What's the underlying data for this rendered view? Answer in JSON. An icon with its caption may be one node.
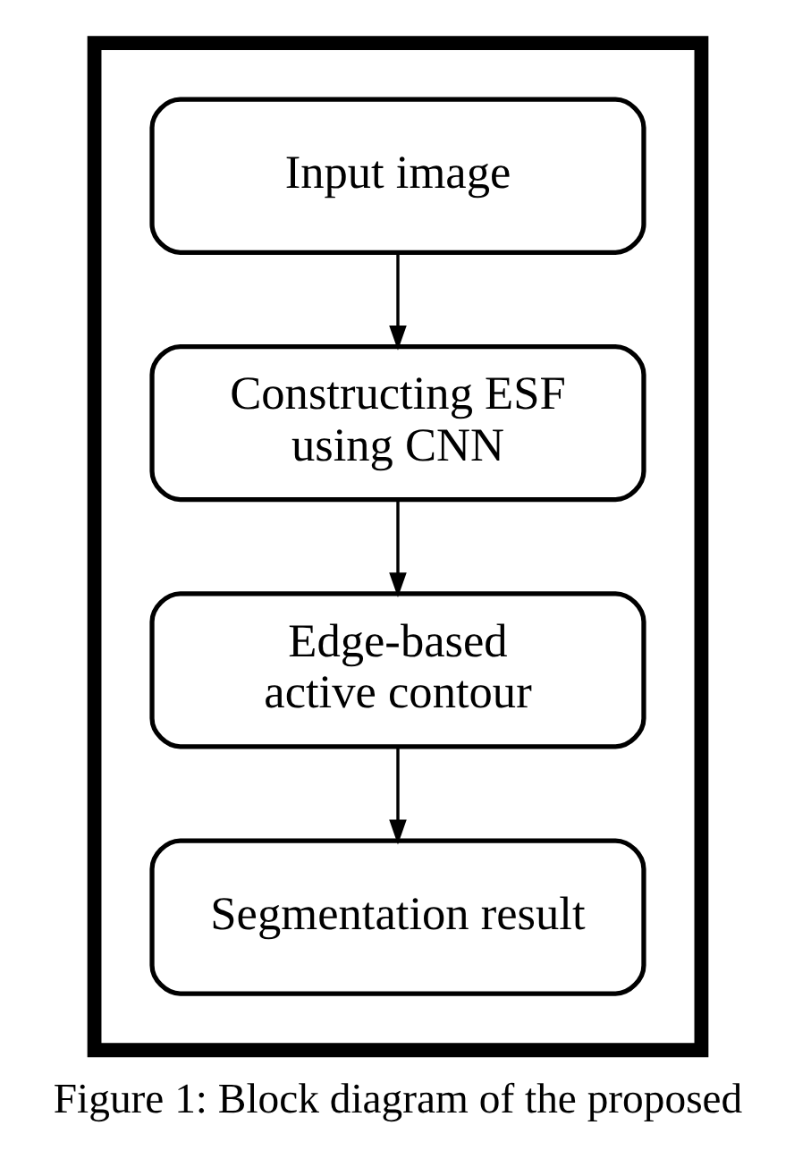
{
  "diagram": {
    "caption": "Figure 1: Block diagram of the proposed",
    "nodes": [
      {
        "text": [],
        "shape": "box"
      },
      {
        "text": [
          "Input image"
        ],
        "in": 0
      },
      {
        "text": [
          "Constructing ESF using CNN"
        ],
        "in": 0
      },
      {
        "text": [
          "Edge-based active contour"
        ],
        "in": 0
      },
      {
        "text": [
          "Segmentation result"
        ],
        "in": 0
      }
    ],
    "edges": [
      {
        "from": 1,
        "to": 2,
        "arrow": "to"
      },
      {
        "from": 2,
        "to": 3,
        "arrow": "to"
      },
      {
        "from": 3,
        "to": 4,
        "arrow": "to"
      }
    ]
  }
}
